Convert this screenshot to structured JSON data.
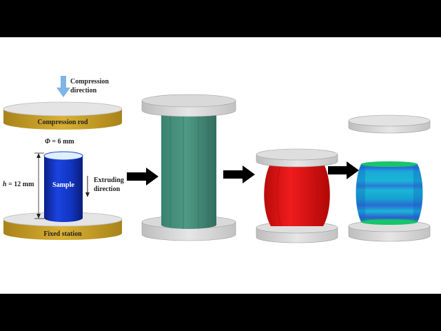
{
  "labels": {
    "compression_direction_line1": "Compression",
    "compression_direction_line2": "direction",
    "compression_rod": "Compression rod",
    "phi_symbol": "Φ",
    "phi_value": " = 6 mm",
    "h_symbol": "h",
    "h_value": " = 12 mm",
    "sample": "Sample",
    "extruding_direction_line1": "Extruding",
    "extruding_direction_line2": "direction",
    "fixed_station": "Fixed station"
  },
  "colors": {
    "letterbox": "#000000",
    "canvas": "#ffffff",
    "rod_gold": "#c9a229",
    "rod_top": "#e4e4e4",
    "sample_blue": "#1436c8",
    "mesh_green": "#3f8a72",
    "deformed_red": "#e01010",
    "result_cyan": "#19b6d6",
    "arrow_blue": "#7fb4e6",
    "arrow_black": "#000000"
  },
  "icons": [
    "down-arrow-icon",
    "right-arrow-icon"
  ]
}
